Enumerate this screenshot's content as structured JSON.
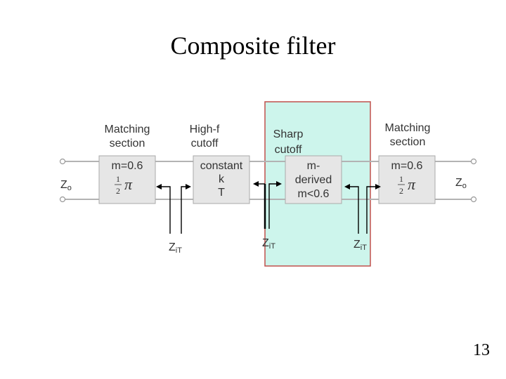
{
  "title": "Composite filter",
  "page_number": "13",
  "colors": {
    "highlight_fill": "#cdf5ec",
    "highlight_border": "#c0504d",
    "box_fill": "#e6e6e6",
    "wire": "#b3b3b3"
  },
  "sections": {
    "matching_left": {
      "heading_1": "Matching",
      "heading_2": "section",
      "m_value": "m=0.6",
      "half_num": "1",
      "half_den": "2",
      "pi": "π"
    },
    "high_f": {
      "heading_1": "High-f",
      "heading_2": "cutoff",
      "line_1": "constant",
      "line_2": "k",
      "line_3": "T"
    },
    "sharp": {
      "heading_1": "Sharp",
      "heading_2": "cutoff",
      "line_1": "m-",
      "line_2": "derived",
      "line_3": "m<0.6"
    },
    "matching_right": {
      "heading_1": "Matching",
      "heading_2": "section",
      "m_value": "m=0.6",
      "half_num": "1",
      "half_den": "2",
      "pi": "π"
    }
  },
  "impedance_labels": {
    "zo": "Z",
    "zo_sub": "o",
    "zit": "Z",
    "zit_sub": "iT"
  }
}
